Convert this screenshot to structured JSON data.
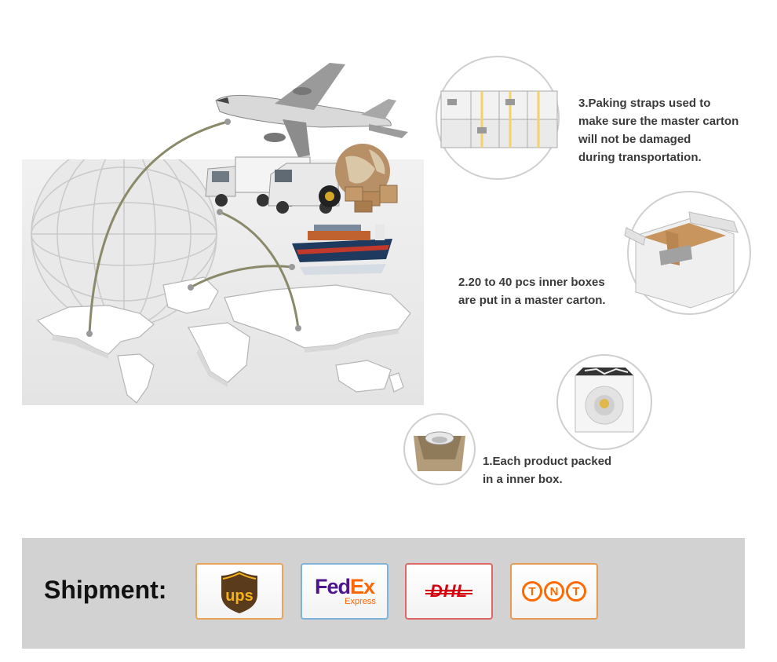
{
  "steps": {
    "step3": [
      "3.Paking straps used to",
      "make sure the master carton",
      "will not be damaged",
      "during transportation."
    ],
    "step2": [
      "2.20 to 40 pcs inner boxes",
      "are put in a master carton."
    ],
    "step1": [
      "1.Each product packed",
      "in a inner box."
    ]
  },
  "shipment": {
    "label": "Shipment:",
    "carriers": {
      "ups": "ups",
      "fedex_fed": "Fed",
      "fedex_ex": "Ex",
      "fedex_sub": "Express",
      "dhl": "DHL",
      "tnt": [
        "T",
        "N",
        "T"
      ]
    }
  },
  "colors": {
    "ups_brown": "#5a3b1c",
    "ups_gold": "#f6b21a",
    "fedex_purple": "#4d148c",
    "fedex_orange": "#ff6600",
    "dhl_red": "#d40511",
    "tnt_orange": "#ff6a00",
    "route_line": "#8a8a6a"
  },
  "icons": [
    "airplane-icon",
    "truck-icon",
    "van-icon",
    "globe-icon",
    "ship-icon",
    "world-map-icon",
    "carton-icon",
    "open-box-icon",
    "downlight-icon",
    "inner-box-icon"
  ]
}
